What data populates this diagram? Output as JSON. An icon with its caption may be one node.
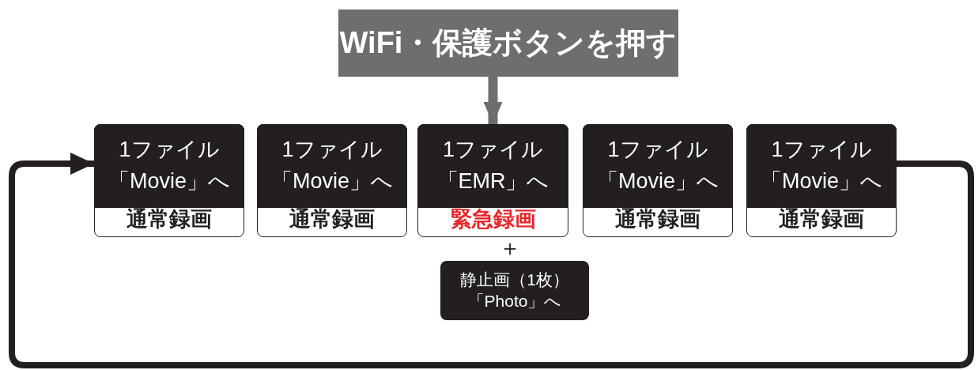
{
  "diagram": {
    "nodes": [
      {
        "text": [
          "WiFi・保護ボタンを押す"
        ]
      },
      {
        "text": [
          "1ファイル「Movie」へ",
          "通常録画"
        ]
      },
      {
        "text": [
          "1ファイル「Movie」へ",
          "通常録画"
        ]
      },
      {
        "text": [
          "1ファイル「EMR」へ",
          "緊急録画"
        ]
      },
      {
        "text": [
          "1ファイル「Movie」へ",
          "通常録画"
        ]
      },
      {
        "text": [
          "1ファイル「Movie」へ",
          "通常録画"
        ]
      },
      {
        "text": [
          "静止画（1枚）「Photo」へ"
        ]
      }
    ],
    "edges": [
      {
        "from": 0,
        "to": 3,
        "arrow": "to",
        "color": "#6d6e70"
      },
      {
        "from": 5,
        "to": 1,
        "arrow": "to"
      }
    ],
    "labels": [
      "＋"
    ]
  }
}
